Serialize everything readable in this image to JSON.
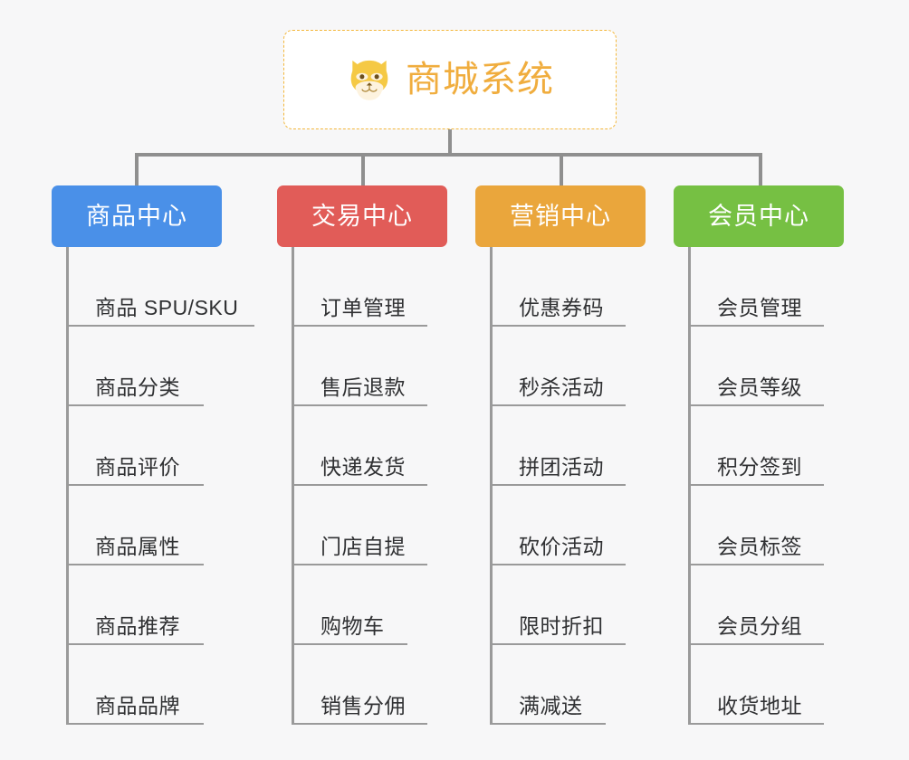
{
  "root": {
    "title": "商城系统",
    "icon": "shiba-dog-face-icon",
    "text_color": "#f0ad3e",
    "border_color": "#f3b73b",
    "background": "#ffffff"
  },
  "page": {
    "background": "#f7f7f8",
    "connector_color": "#8f8f8f",
    "leaf_line_color": "#9a9a9a",
    "leaf_text_color": "#303133"
  },
  "columns": [
    {
      "title": "商品中心",
      "color": "#4a90e8",
      "items": [
        "商品 SPU/SKU",
        "商品分类",
        "商品评价",
        "商品属性",
        "商品推荐",
        "商品品牌"
      ]
    },
    {
      "title": "交易中心",
      "color": "#e15c58",
      "items": [
        "订单管理",
        "售后退款",
        "快递发货",
        "门店自提",
        "购物车",
        "销售分佣"
      ]
    },
    {
      "title": "营销中心",
      "color": "#eaa63c",
      "items": [
        "优惠券码",
        "秒杀活动",
        "拼团活动",
        "砍价活动",
        "限时折扣",
        "满减送"
      ]
    },
    {
      "title": "会员中心",
      "color": "#76c043",
      "items": [
        "会员管理",
        "会员等级",
        "积分签到",
        "会员标签",
        "会员分组",
        "收货地址"
      ]
    }
  ]
}
